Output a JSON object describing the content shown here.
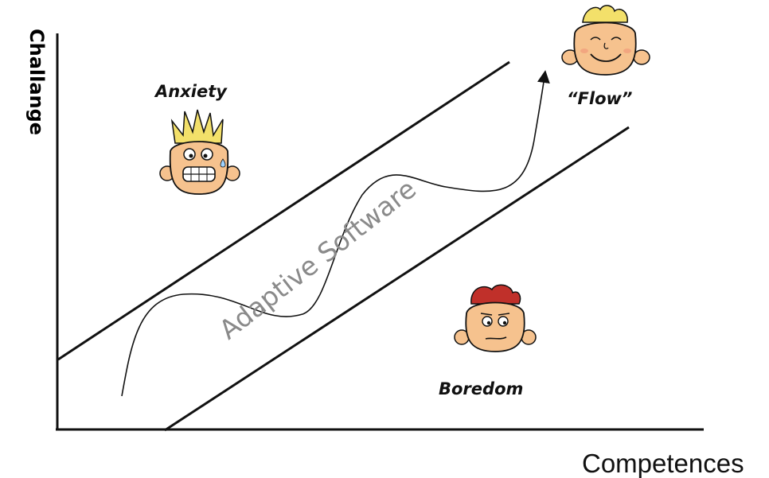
{
  "labels": {
    "y_axis": "Challange",
    "x_axis": "Competences",
    "anxiety": "Anxiety",
    "flow": "“Flow”",
    "boredom": "Boredom",
    "channel": "Adaptive Software"
  },
  "faces": {
    "anxiety": "anxious-face-icon",
    "flow": "happy-face-icon",
    "boredom": "bored-face-icon"
  },
  "colors": {
    "skin": "#f6c28e",
    "skin_shadow": "#e3a36a",
    "blond_hair": "#f3e06a",
    "red_hair": "#c0302a",
    "line": "#111111",
    "watermark": "#8a8a8a"
  }
}
